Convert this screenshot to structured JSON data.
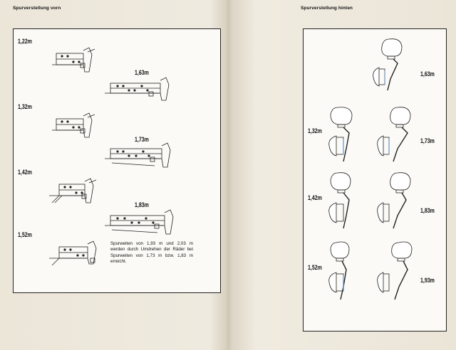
{
  "left_page": {
    "header": "Spurverstellung vorn",
    "labels": [
      "1,22m",
      "1,63m",
      "1,32m",
      "1,73m",
      "1,42m",
      "1,83m",
      "1,52m"
    ],
    "note": "Spurweiten von 1,93 m und 2,03 m werden durch Umdrehen der Räder bei Spurweiten von 1,73 m bzw. 1,83 m erreicht."
  },
  "right_page": {
    "header": "Spurverstellung hinten",
    "labels": [
      "1,63m",
      "1,32m",
      "1,73m",
      "1,42m",
      "1,83m",
      "1,52m",
      "1,93m"
    ]
  },
  "colors": {
    "paper": "#efeadf",
    "ink": "#111111",
    "frame_bg": "#fbfaf6"
  }
}
